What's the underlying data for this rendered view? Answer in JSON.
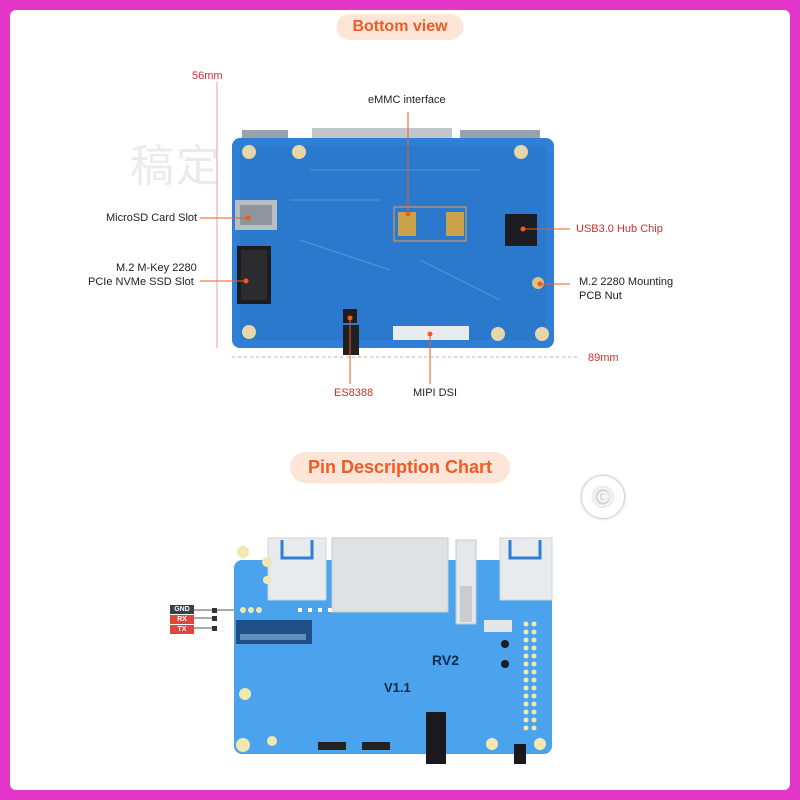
{
  "watermark": {
    "text": "稿定"
  },
  "bottom": {
    "title": "Bottom view",
    "dim_height": "56mm",
    "dim_width": "89mm",
    "labels": {
      "emmc": "eMMC interface",
      "microsd": "MicroSD Card Slot",
      "m2_line1": "M.2 M-Key 2280",
      "m2_line2": "PCIe NVMe SSD Slot",
      "usbhub": "USB3.0 Hub Chip",
      "mount_line1": "M.2 2280 Mounting",
      "mount_line2": "PCB Nut",
      "es8388": "ES8388",
      "mipi": "MIPI DSI"
    }
  },
  "pins": {
    "title": "Pin Description Chart",
    "gnd": "GND",
    "rx": "RX",
    "tx": "TX",
    "board_name": "RV2",
    "version": "V1.1"
  },
  "colors": {
    "frame": "#e436c9",
    "accent": "#f15a22",
    "board_blue": "#2f7fd6",
    "board_light": "#4aa3ec",
    "label_red": "#d0312d"
  },
  "icons": {
    "copyright": "©"
  }
}
